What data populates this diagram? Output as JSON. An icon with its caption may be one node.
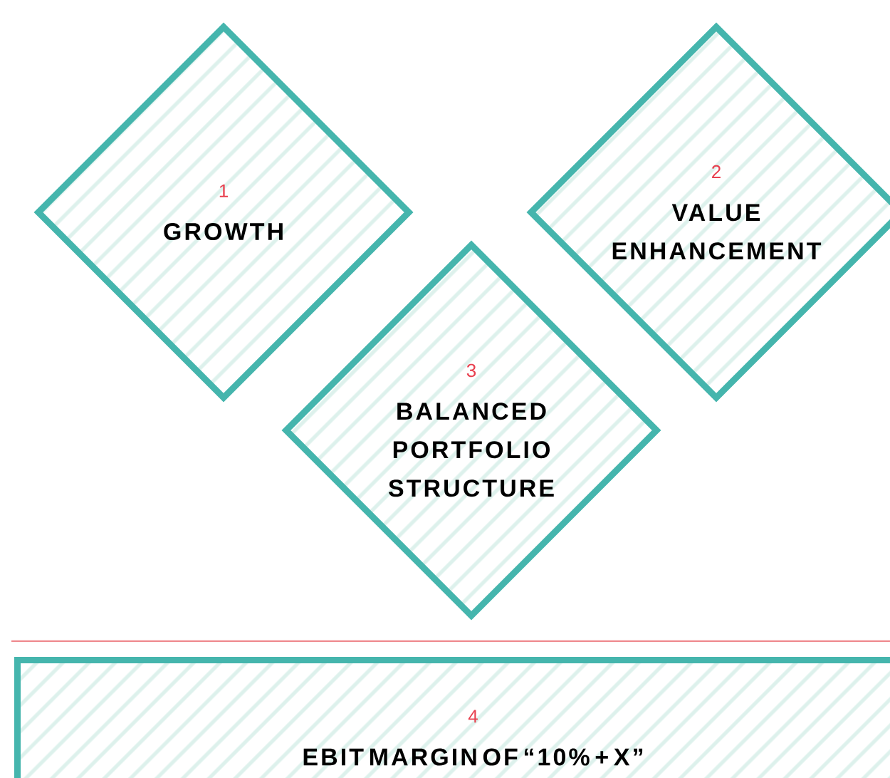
{
  "diagram": {
    "nodes": [
      {
        "text": [
          "1",
          "GROWTH"
        ]
      },
      {
        "text": [
          "2",
          "VALUE ENHANCEMENT"
        ]
      },
      {
        "text": [
          "3",
          "BALANCED PORTFOLIO STRUCTURE"
        ]
      },
      {
        "text": [
          "4",
          "EBIT MARGIN OF “10% + X”"
        ]
      }
    ]
  }
}
